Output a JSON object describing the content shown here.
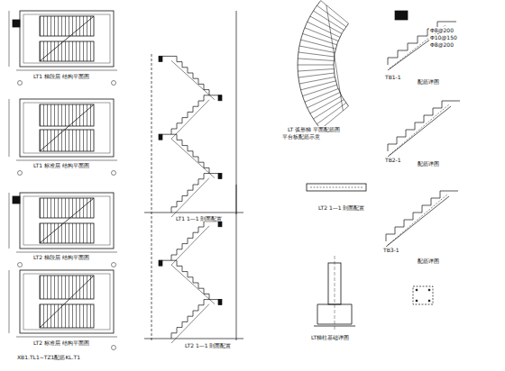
{
  "diagram": {
    "labels": [
      "LT1 梯段层 结构平面图",
      "LT1 标准层 结构平面图",
      "LT2 梯段层 结构平面图",
      "LT2 标准层 结构平面图",
      "XB1.TL1~TZ1配筋KL.T1",
      "LT1 1—1 剖面配置",
      "LT2 1—1 剖面配置",
      "LT 弧形梯 平面配筋图",
      "平台板配筋示意",
      "LT2 1—1 剖面配置",
      "LT梯柱基础详图",
      "Φ8@200",
      "Φ10@150",
      "Φ8@200",
      "TB1-1",
      "配筋详图",
      "TB2-1",
      "配筋详图",
      "TB3-1",
      "配筋详图"
    ]
  }
}
